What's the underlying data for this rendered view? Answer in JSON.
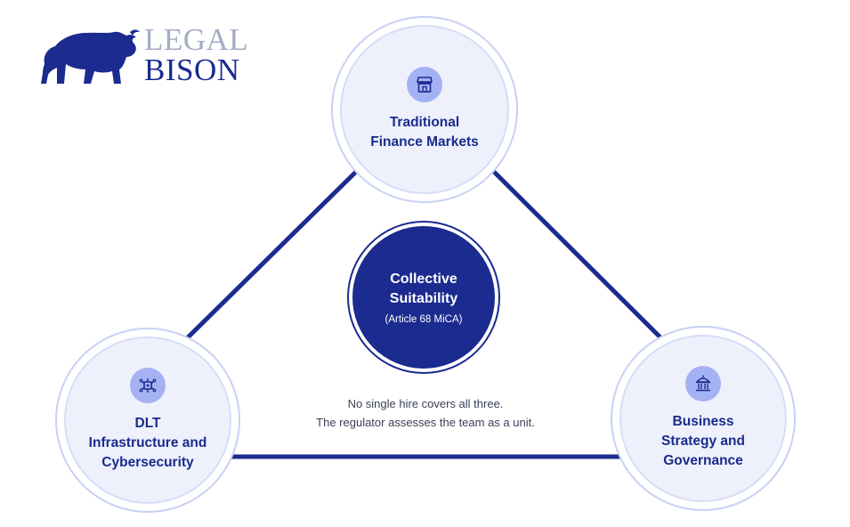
{
  "logo": {
    "line1": "LEGAL",
    "line2": "BISON",
    "icon": "bison-icon",
    "colors": {
      "line1": "#a3acc4",
      "line2": "#1b2b8f",
      "mark": "#1b2b8f"
    }
  },
  "nodes": {
    "top": {
      "label": "Traditional\nFinance Markets",
      "icon": "storefront-icon"
    },
    "left": {
      "label": "DLT\nInfrastructure and\nCybersecurity",
      "icon": "circuit-chip-icon"
    },
    "right": {
      "label": "Business\nStrategy and\nGovernance",
      "icon": "institution-building-icon"
    }
  },
  "center": {
    "title": "Collective\nSuitability",
    "subtitle": "(Article 68 MiCA)"
  },
  "note": {
    "line1": "No single hire covers all three.",
    "line2": "The regulator assesses the team as a unit."
  },
  "colors": {
    "accent": "#1b2b8f",
    "node_fill": "#eef1fc",
    "icon_badge": "#a4b2f3",
    "label_text": "#1a2b8a"
  }
}
